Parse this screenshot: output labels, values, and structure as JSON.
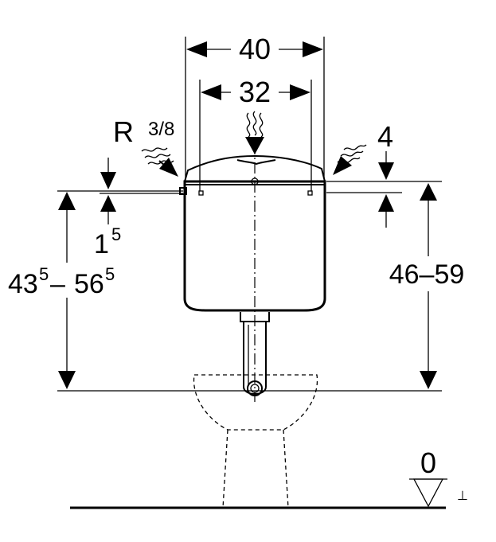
{
  "dimensions": {
    "width_outer": "40",
    "width_inner": "32",
    "thread_prefix": "R",
    "thread_fraction": "3/8",
    "lid_offset": "4",
    "inlet_offset": "1",
    "inlet_offset_sup": "5",
    "left_height_a": "43",
    "left_height_a_sup": "5",
    "left_height_dash": "–",
    "left_height_b": "56",
    "left_height_b_sup": "5",
    "right_height": "46–59",
    "floor_level": "0",
    "floor_symbol": "⊥"
  }
}
